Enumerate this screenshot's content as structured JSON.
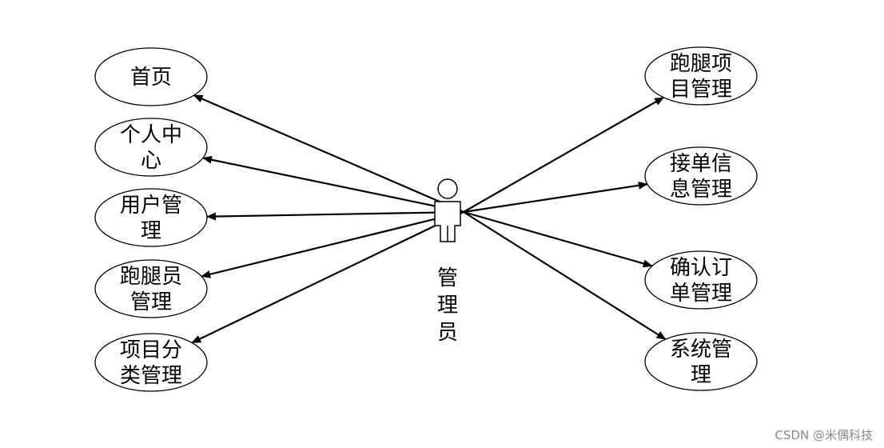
{
  "actor": {
    "name": "管理员",
    "icon": "person-icon"
  },
  "left_use_cases": [
    {
      "id": "home",
      "lines": [
        "首页"
      ]
    },
    {
      "id": "personal-center",
      "lines": [
        "个人中",
        "心"
      ]
    },
    {
      "id": "user-management",
      "lines": [
        "用户管",
        "理"
      ]
    },
    {
      "id": "runner-management",
      "lines": [
        "跑腿员",
        "管理"
      ]
    },
    {
      "id": "project-category-management",
      "lines": [
        "项目分",
        "类管理"
      ]
    }
  ],
  "right_use_cases": [
    {
      "id": "errand-project-management",
      "lines": [
        "跑腿项",
        "目管理"
      ]
    },
    {
      "id": "order-info-management",
      "lines": [
        "接单信",
        "息管理"
      ]
    },
    {
      "id": "confirm-order-management",
      "lines": [
        "确认订",
        "单管理"
      ]
    },
    {
      "id": "system-management",
      "lines": [
        "系统管",
        "理"
      ]
    }
  ],
  "watermark": "CSDN @米偶科技",
  "colors": {
    "stroke": "#000000",
    "background": "#ffffff",
    "watermark": "#8a8a8a"
  }
}
